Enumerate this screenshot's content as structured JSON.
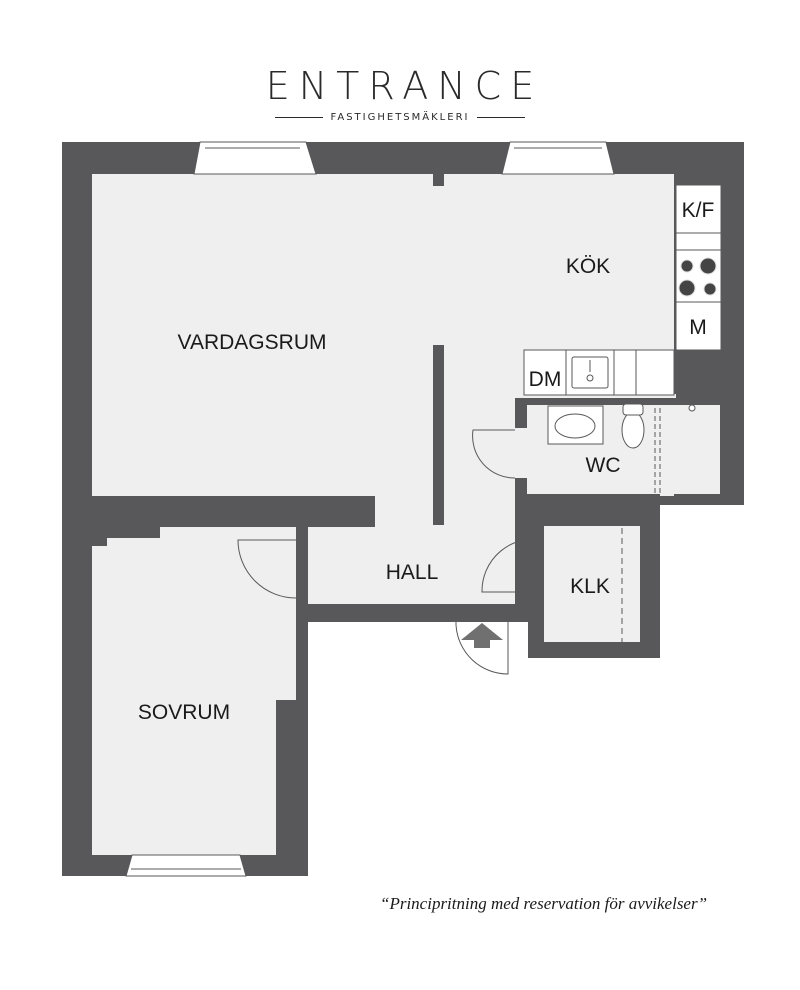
{
  "brand": {
    "name": "ENTRANCE",
    "tagline": "FASTIGHETSMÄKLERI"
  },
  "rooms": {
    "kok": "KÖK",
    "vardagsrum": "VARDAGSRUM",
    "hall": "HALL",
    "sovrum": "SOVRUM",
    "wc": "WC",
    "klk": "KLK",
    "kf": "K/F",
    "m": "M",
    "dm": "DM"
  },
  "disclaimer": "“Principritning med reservation för avvikelser”",
  "colors": {
    "wall": "#58585a",
    "floor": "#efefef",
    "background": "#ffffff",
    "text": "#1a1a1a"
  }
}
